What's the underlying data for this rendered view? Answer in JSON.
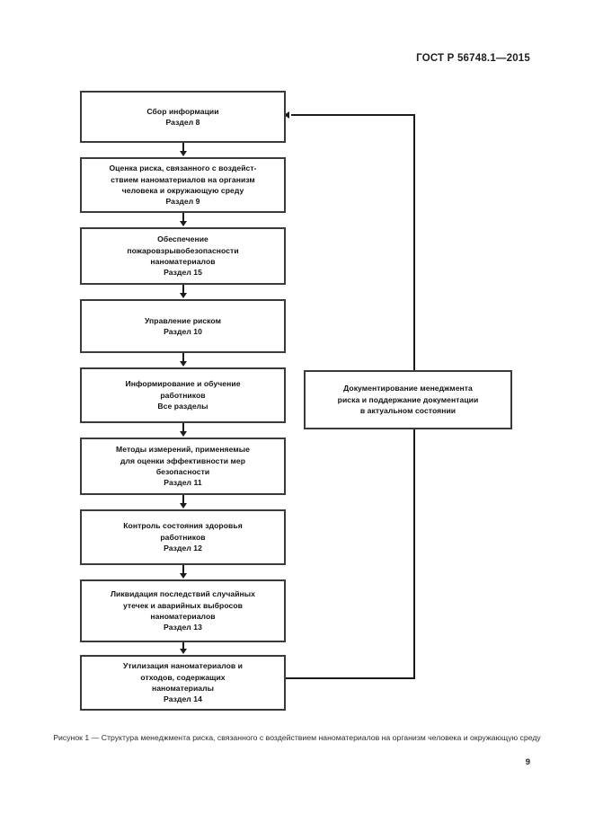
{
  "header": {
    "standard_id": "ГОСТ Р 56748.1—2015"
  },
  "figure": {
    "caption": "Рисунок 1 — Структура менеджмента риска, связанного с воздействием наноматериалов на организм человека и окружающую среду",
    "flow_nodes": [
      {
        "id": "n1",
        "text": "Сбор информации\nРаздел 8"
      },
      {
        "id": "n2",
        "text": "Оценка риска, связанного с воздейст-\nствием наноматериалов на организм\nчеловека и окружающую среду\nРаздел 9"
      },
      {
        "id": "n3",
        "text": "Обеспечение\nпожаровзрывобезопасности\nнаноматериалов\nРаздел 15"
      },
      {
        "id": "n4",
        "text": "Управление риском\nРаздел 10"
      },
      {
        "id": "n5",
        "text": "Информирование и обучение\nработников\nВсе разделы"
      },
      {
        "id": "n6",
        "text": "Методы измерений, применяемые\nдля оценки эффективности мер\nбезопасности\nРаздел 11"
      },
      {
        "id": "n7",
        "text": "Контроль состояния здоровья\nработников\nРаздел 12"
      },
      {
        "id": "n8",
        "text": "Ликвидация последствий случайных\nутечек и аварийных выбросов\nнаноматериалов\nРаздел 13"
      },
      {
        "id": "n9",
        "text": "Утилизация наноматериалов и\nотходов, содержащих\nнаноматериалы\nРаздел 14"
      }
    ],
    "side_node": {
      "id": "n-doc",
      "text": "Документирование менеджмента\nриска и поддержание документации\nв актуальном состоянии"
    }
  },
  "footer": {
    "page_number": "9"
  },
  "colors": {
    "page_background": "#ffffff",
    "box_border": "#3b3b3b",
    "connector": "#1b1b1b",
    "text": "#121212",
    "caption_text": "#2b2b2b"
  }
}
